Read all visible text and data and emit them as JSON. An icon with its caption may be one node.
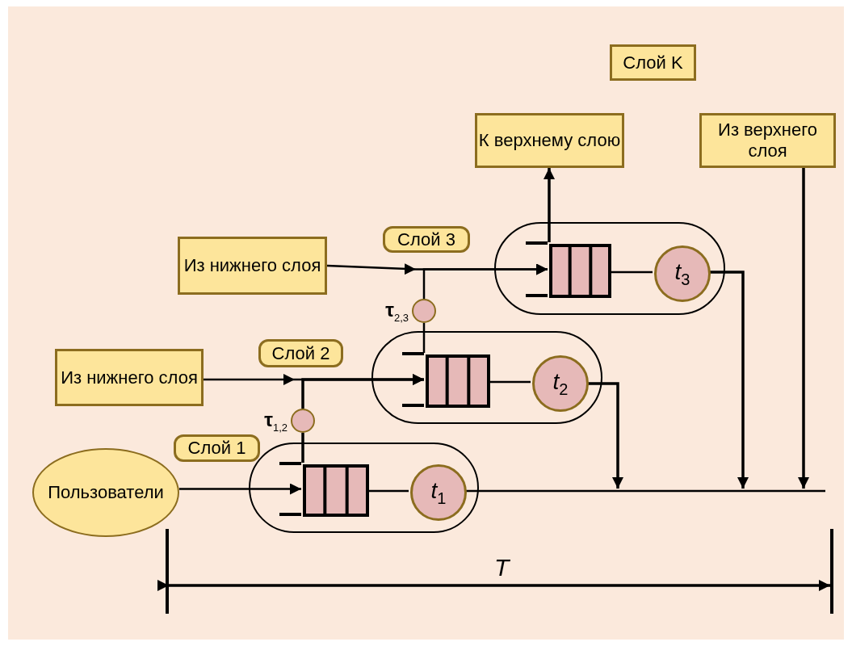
{
  "diagram": {
    "nodes": [
      {
        "text": [
          "Слой K"
        ]
      },
      {
        "text": [
          "К верхнему слою"
        ]
      },
      {
        "text": [
          "Из верхнего слоя"
        ]
      },
      {
        "text": [
          "Из нижнего слоя"
        ]
      },
      {
        "text": [
          "Слой 3"
        ]
      },
      {
        "text": [],
        "shape": "capsule"
      },
      {
        "text": [],
        "shape": "queue",
        "in": 5
      },
      {
        "text": [
          "*t*$_{3}$"
        ],
        "in": 5
      },
      {
        "text": [],
        "shape": "circle",
        "beside": [
          "τ$_{2,3}$"
        ]
      },
      {
        "text": [
          "Из нижнего слоя"
        ]
      },
      {
        "text": [
          "Слой 2"
        ]
      },
      {
        "text": [],
        "shape": "capsule"
      },
      {
        "text": [],
        "shape": "queue",
        "in": 11
      },
      {
        "text": [
          "*t*$_{2}$"
        ],
        "in": 11
      },
      {
        "text": [],
        "shape": "circle",
        "beside": [
          "τ$_{1,2}$"
        ]
      },
      {
        "text": [
          "Слой 1"
        ]
      },
      {
        "text": [
          "Пользователи"
        ]
      },
      {
        "text": [],
        "shape": "capsule"
      },
      {
        "text": [],
        "shape": "queue",
        "in": 17
      },
      {
        "text": [
          "*t*$_{1}$"
        ],
        "in": 17
      }
    ],
    "edges": [
      {
        "from": 3,
        "to": 6,
        "arrow": "to"
      },
      {
        "from": 8,
        "to": 6,
        "arrow": "to"
      },
      {
        "from": 12,
        "to": 8,
        "arrow": "none"
      },
      {
        "from": 6,
        "to": 1,
        "arrow": "to"
      },
      {
        "from": 6,
        "to": 7,
        "arrow": "none"
      },
      {
        "from": 7,
        "to": null,
        "arrow": "to"
      },
      {
        "from": 2,
        "to": null,
        "arrow": "to"
      },
      {
        "from": 9,
        "to": 12,
        "arrow": "to"
      },
      {
        "from": 14,
        "to": 12,
        "arrow": "to"
      },
      {
        "from": 18,
        "to": 14,
        "arrow": "none"
      },
      {
        "from": 12,
        "to": 13,
        "arrow": "none"
      },
      {
        "from": 13,
        "to": null,
        "arrow": "to"
      },
      {
        "from": 16,
        "to": 18,
        "arrow": "to"
      },
      {
        "from": 18,
        "to": 19,
        "arrow": "none"
      },
      {
        "from": 19,
        "to": null,
        "arrow": "none"
      }
    ],
    "labels": [
      "T"
    ]
  }
}
